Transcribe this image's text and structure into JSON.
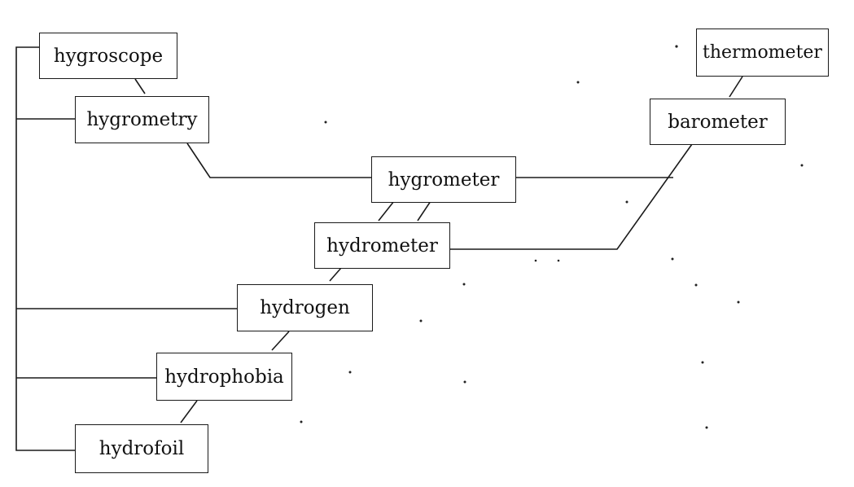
{
  "diagram": {
    "terms": {
      "hygroscope": "hygroscope",
      "hygrometry": "hygrometry",
      "hygrometer": "hygrometer",
      "hydrometer": "hydrometer",
      "hydrogen": "hydrogen",
      "hydrophobia": "hydrophobia",
      "hydrofoil": "hydrofoil",
      "thermometer": "thermometer",
      "barometer": "barometer"
    }
  }
}
